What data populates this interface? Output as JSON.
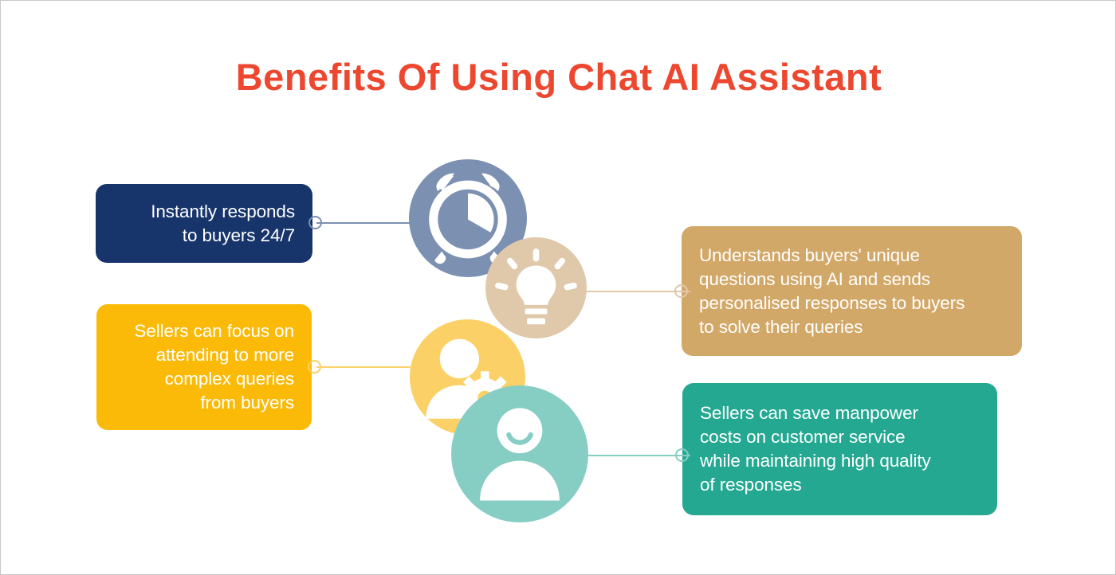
{
  "page": {
    "title": "Benefits Of Using Chat AI Assistant",
    "background_color": "#ffffff",
    "title_color": "#ED472F"
  },
  "cards": [
    {
      "id": "instant",
      "color": "#17356B",
      "align": "right",
      "lines": [
        "Instantly responds",
        "to buyers 24/7"
      ],
      "text": "Instantly responds to buyers 24/7"
    },
    {
      "id": "focus",
      "color": "#FBBA07",
      "align": "right",
      "lines": [
        "Sellers can focus on",
        "attending to more",
        "complex queries",
        "from buyers"
      ],
      "text": "Sellers can focus on attending to more complex queries from buyers"
    },
    {
      "id": "understands",
      "color": "#D2A868",
      "align": "left",
      "lines": [
        "Understands buyers' unique",
        "questions using AI and sends",
        "personalised responses to buyers",
        "to solve their queries"
      ],
      "text": "Understands buyers' unique questions using AI and sends personalised responses to buyers to solve their queries"
    },
    {
      "id": "manpower",
      "color": "#24A892",
      "align": "left",
      "lines": [
        "Sellers can save manpower",
        "costs on customer service",
        "while maintaining high quality",
        "of responses"
      ],
      "text": "Sellers can save manpower costs on customer service while maintaining high quality of responses"
    }
  ],
  "icons": [
    {
      "id": "clock",
      "name": "alarm-clock-icon",
      "circle_color": "#7C90B2",
      "glyph_color": "#ffffff"
    },
    {
      "id": "bulb",
      "name": "lightbulb-icon",
      "circle_color": "#DFC9AA",
      "glyph_color": "#ffffff"
    },
    {
      "id": "person",
      "name": "person-gear-icon",
      "circle_color": "#FBD167",
      "glyph_color": "#ffffff"
    },
    {
      "id": "smile",
      "name": "smiling-person-icon",
      "circle_color": "#86CEC4",
      "glyph_color": "#ffffff"
    }
  ],
  "connectors": [
    {
      "id": "instant-to-clock",
      "color": "#7C90B2"
    },
    {
      "id": "bulb-to-understands",
      "color": "#DFC9AA"
    },
    {
      "id": "focus-to-person",
      "color": "#FBD167"
    },
    {
      "id": "smile-to-manpower",
      "color": "#86CEC4"
    }
  ]
}
